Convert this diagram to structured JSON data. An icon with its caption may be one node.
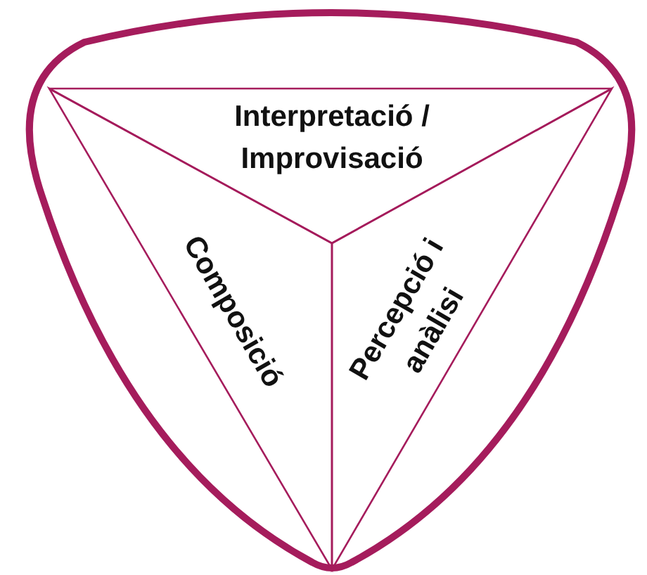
{
  "diagram": {
    "nodes": [
      {
        "text": [
          "Interpretació / Improvisació"
        ]
      },
      {
        "text": [
          "Composició"
        ]
      },
      {
        "text": [
          "Percepció i anàlisi"
        ]
      }
    ]
  }
}
